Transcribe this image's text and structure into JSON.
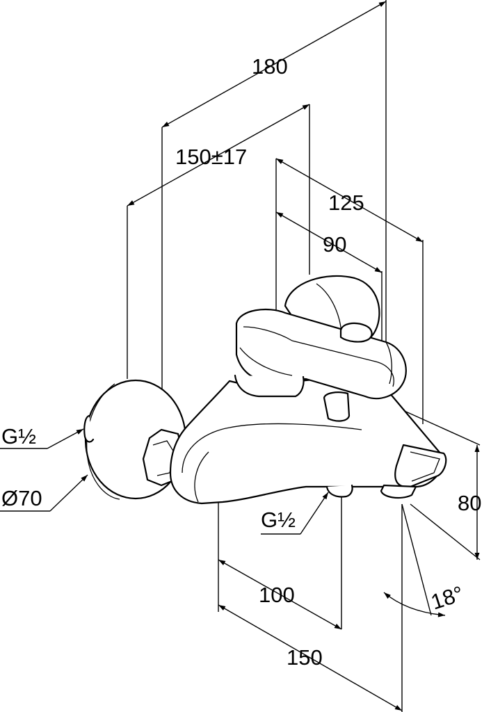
{
  "drawing": {
    "dimensions": {
      "d180": "180",
      "d150_17": "150±17",
      "d125": "125",
      "d90": "90",
      "d80": "80",
      "d100": "100",
      "d150": "150",
      "angle": "18°"
    },
    "labels": {
      "thread_left": "G½",
      "diameter": "Ø70",
      "thread_outlet": "G½"
    }
  }
}
